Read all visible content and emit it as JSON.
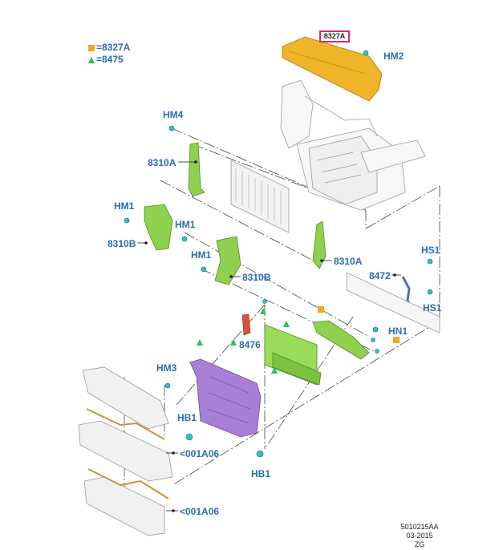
{
  "legend": [
    {
      "marker": "square",
      "color": "#f5a623",
      "label": "=8327A"
    },
    {
      "marker": "triangle",
      "color": "#22c55e",
      "label": "=8475"
    }
  ],
  "header_callout": "8327A",
  "labels": {
    "hm2": "HM2",
    "hm4": "HM4",
    "p8310a_left": "8310A",
    "hm1_a": "HM1",
    "hm1_b": "HM1",
    "p8310b_left": "8310B",
    "hm1_c": "HM1",
    "p8310b_mid": "8310B",
    "p8310a_right": "8310A",
    "hs1_top": "HS1",
    "p8472": "8472",
    "hs1_bottom": "HS1",
    "hn1": "HN1",
    "p8476": "8476",
    "hm3": "HM3",
    "hb1_left": "HB1",
    "p001a06_top": "<001A06",
    "hb1_bottom": "HB1",
    "p001a06_bottom": "<001A06"
  },
  "footer": {
    "code": "5010215AA",
    "date": "03-2015",
    "suffix": "ZG"
  },
  "colors": {
    "label": "#2b6cb0",
    "shield": "#f0b429",
    "bracket": "#8fd14f",
    "deflector": "#a77fd6",
    "fastener": "#2cc4c4",
    "wire": "#d98b3a"
  }
}
